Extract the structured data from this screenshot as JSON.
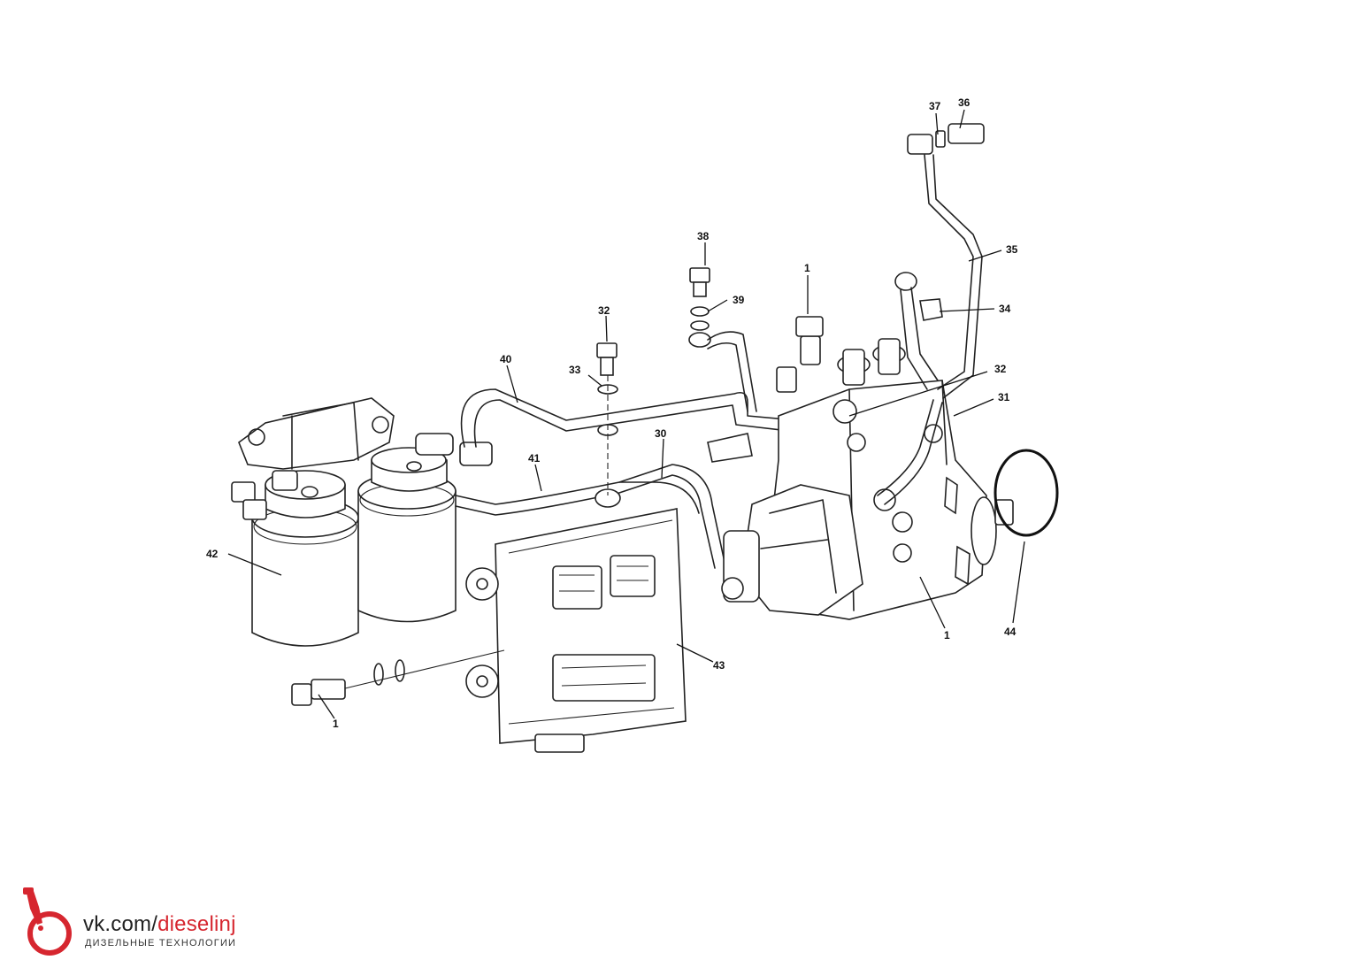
{
  "callouts": {
    "c36": "36",
    "c37": "37",
    "c35": "35",
    "c34": "34",
    "c38": "38",
    "c39": "39",
    "c1_top": "1",
    "c32_top": "32",
    "c33": "33",
    "c40": "40",
    "c32_right": "32",
    "c31": "31",
    "c30": "30",
    "c41": "41",
    "c42": "42",
    "c43": "43",
    "c44": "44",
    "c1_right": "1",
    "c1_bottom": "1"
  },
  "brand": {
    "url_prefix": "vk.com/",
    "url_accent": "dieselinj",
    "tagline": "ДИЗЕЛЬНЫЕ ТЕХНОЛОГИИ",
    "accent_color": "#d6262f",
    "logo_icon": "injector-nozzle-icon"
  }
}
